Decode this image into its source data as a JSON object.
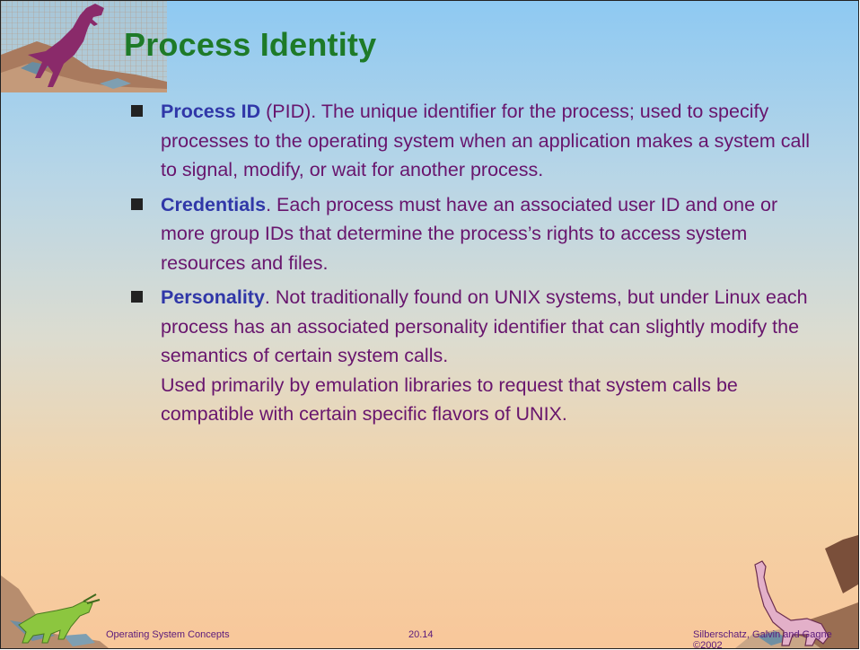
{
  "slide": {
    "title": "Process Identity",
    "bullets": [
      {
        "term": "Process ID",
        "text": " (PID).  The unique identifier for the process; used to specify processes to the operating system when an application makes a system call to signal, modify, or wait for another process."
      },
      {
        "term": "Credentials",
        "text": ".  Each process must have an associated user ID and one or more group IDs that determine the process’s rights to access system resources and files."
      },
      {
        "term": "Personality",
        "text": ".  Not traditionally found on UNIX systems, but under Linux each process has an associated personality identifier that can slightly modify the semantics of certain system calls.",
        "extra": "Used primarily by emulation libraries to request that system calls be compatible with certain specific flavors of UNIX."
      }
    ]
  },
  "footer": {
    "left": "Operating System Concepts",
    "center": "20.14",
    "right": "Silberschatz, Galvin and  Gagne ©2002"
  },
  "colors": {
    "title": "#1e7a28",
    "body_text": "#68156d",
    "term": "#3037a8",
    "footer_text": "#5b1a7b"
  },
  "icons": [
    "trex-dinosaur-icon",
    "triceratops-icon",
    "brontosaurus-icon"
  ]
}
